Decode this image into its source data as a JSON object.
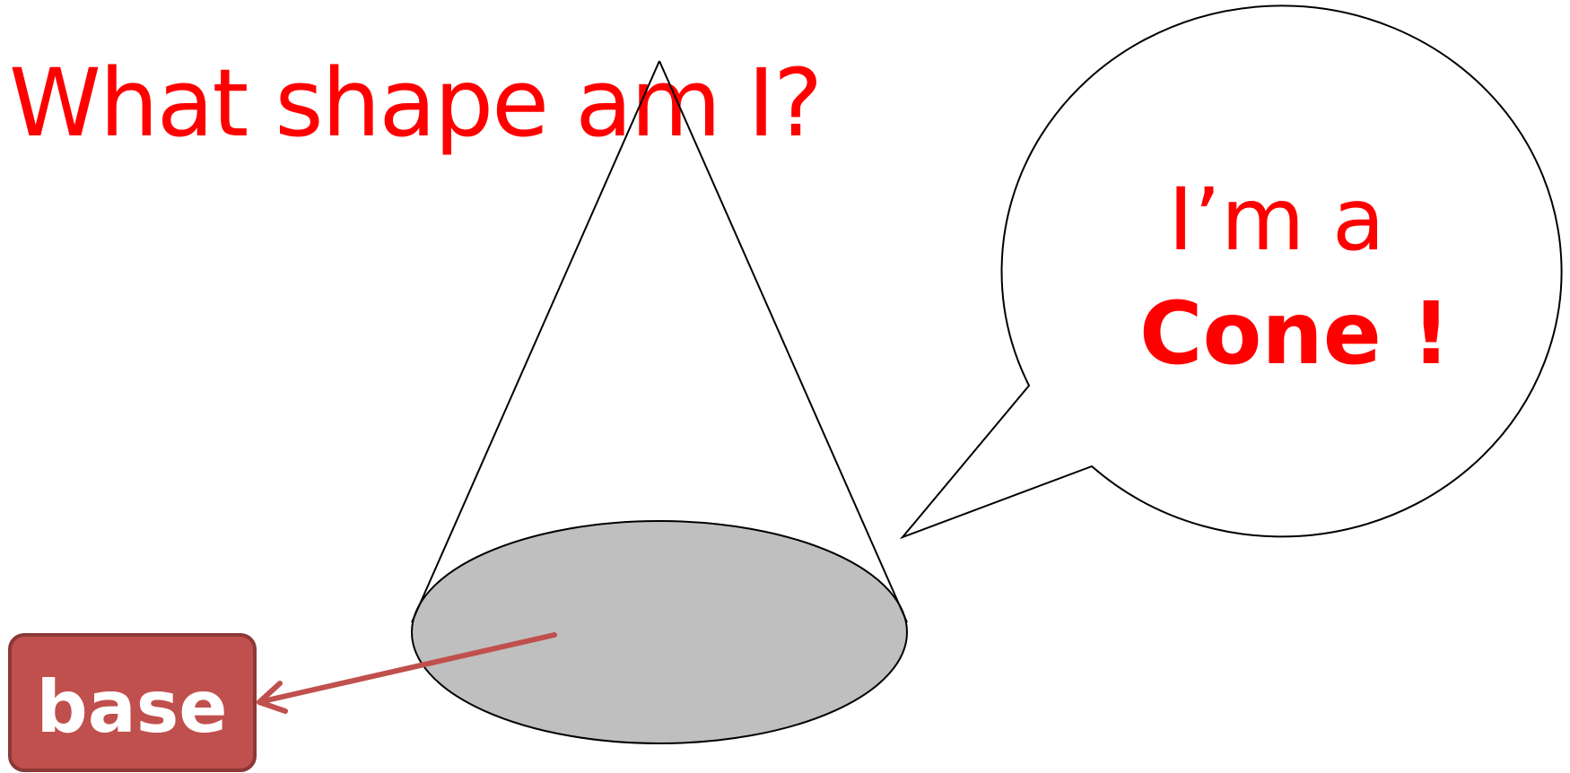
{
  "title": "What shape am I?",
  "speech_bubble": {
    "line1": "I’m a",
    "line2": "Cone !"
  },
  "base_label": "base",
  "colors": {
    "text_red": "#ff0000",
    "base_fill": "#bfbfbf",
    "label_fill": "#c0504d",
    "label_border": "#8c3836",
    "arrow": "#c0504d",
    "outline": "#000000"
  }
}
